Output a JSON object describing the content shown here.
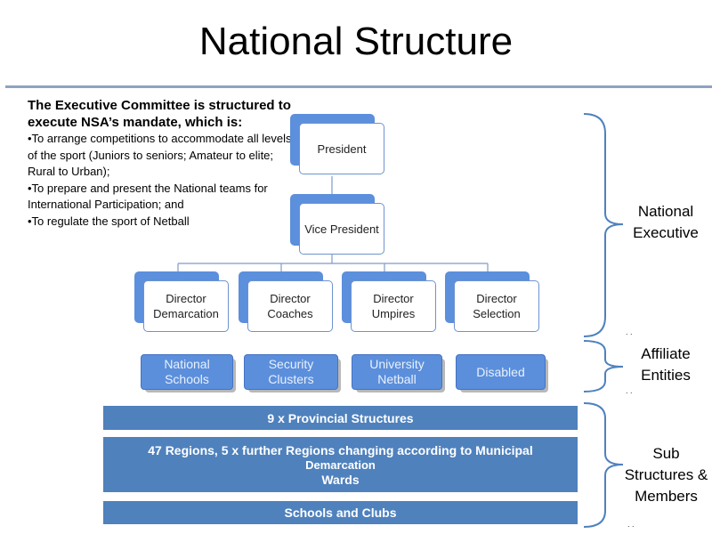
{
  "title": "National Structure",
  "intro": {
    "heading": "The Executive Committee is structured to execute NSA’s mandate, which is:",
    "bullets": [
      "•To arrange competitions to accommodate all levels of the sport (Juniors to seniors; Amateur to elite; Rural to Urban);",
      "•To prepare and present the National teams for International Participation; and",
      "•To regulate the sport of Netball"
    ]
  },
  "org": {
    "president": "President",
    "vice_president": "Vice President",
    "directors": [
      "Director Demarcation",
      "Director Coaches",
      "Director Umpires",
      "Director Selection"
    ]
  },
  "affiliates": [
    "National Schools",
    "Security Clusters",
    "University Netball",
    "Disabled"
  ],
  "bars": {
    "provincial": "9 x Provincial Structures",
    "regions_line1": "47 Regions, 5 x further Regions changing according to Municipal",
    "regions_line2": "Demarcation",
    "regions_line3": "Wards",
    "schools": "Schools and Clubs"
  },
  "side_labels": {
    "national_executive": "National Executive",
    "affiliate_entities": "Affiliate Entities",
    "sub_structures": "Sub Structures & Members"
  },
  "colors": {
    "node_blue": "#5c8fdc",
    "bar_blue": "#4f81bd",
    "bracket": "#4f81bd"
  }
}
